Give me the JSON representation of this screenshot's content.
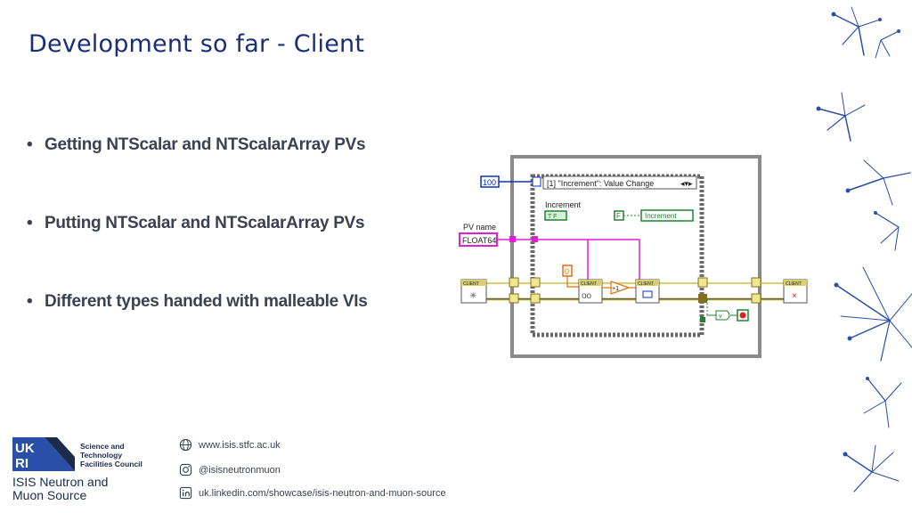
{
  "slide": {
    "title": "Development so far - Client",
    "bullets": [
      "Getting NTScalar and NTScalarArray PVs",
      "Putting NTScalar and NTScalarArray PVs",
      "Different types handed with malleable VIs"
    ]
  },
  "diagram": {
    "timeout_value": "100",
    "event_case_label": "[1] \"Increment\": Value Change",
    "increment_label": "Increment",
    "bool_true": "T F",
    "bool_false_const": "F",
    "increment_local_label": "Increment",
    "pv_name_label": "PV name",
    "pv_name_value": "FLOAT64",
    "numeric_const": "0",
    "plus_one": "+1",
    "client_label": "CLIENT"
  },
  "footer": {
    "logo_letters": "UKRI",
    "council_lines": [
      "Science and",
      "Technology",
      "Facilities Council"
    ],
    "org_lines": [
      "ISIS Neutron and",
      "Muon Source"
    ],
    "website": "www.isis.stfc.ac.uk",
    "instagram": "@isisneutronmuon",
    "linkedin": "uk.linkedin.com/showcase/isis-neutron-and-muon-source"
  },
  "colors": {
    "title": "#1a2e78",
    "bullet_text": "#3b4150",
    "deco_blue": "#2a4fa8",
    "pink_wire": "#e020d0",
    "yellow_wire": "#d8d070",
    "green_wire": "#208030",
    "blue_wire": "#1030c0"
  }
}
